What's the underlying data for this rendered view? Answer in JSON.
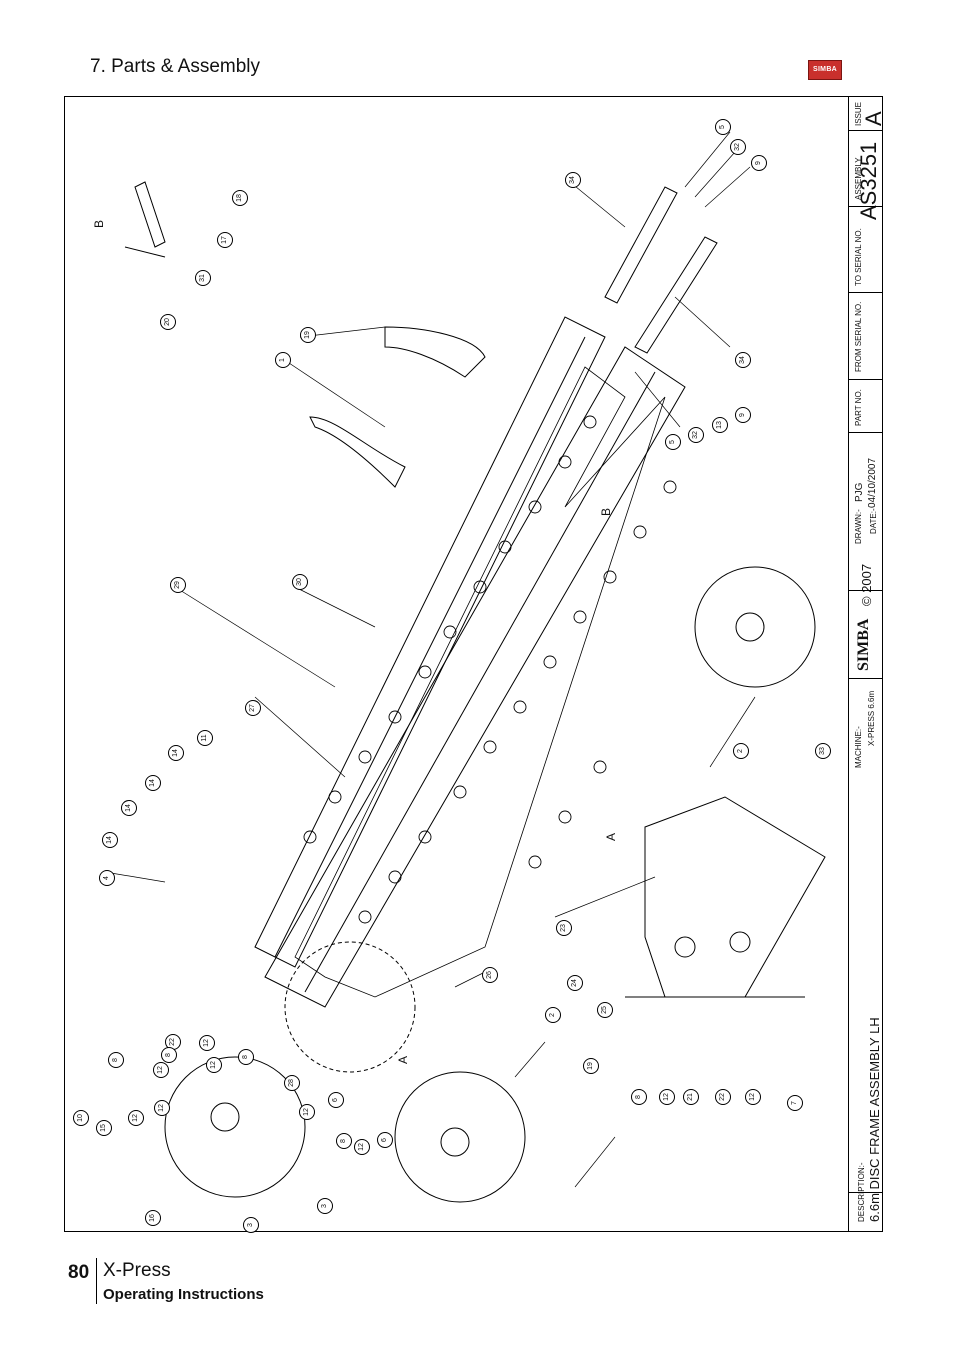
{
  "header": {
    "section_title": "7. Parts & Assembly",
    "logo_text": "SIMBA"
  },
  "drawing": {
    "view_labels": [
      "B",
      "B",
      "A",
      "A"
    ],
    "callouts": {
      "top_right": [
        "5",
        "32",
        "9",
        "34",
        "34",
        "9",
        "13",
        "32",
        "5"
      ],
      "view_b": [
        "18",
        "17",
        "31",
        "20"
      ],
      "upper_mid": [
        "19",
        "1"
      ],
      "left_side": [
        "29",
        "30",
        "27",
        "11",
        "14",
        "14",
        "14",
        "14",
        "4"
      ],
      "right_side": [
        "2",
        "33",
        "23",
        "26",
        "24",
        "25",
        "2",
        "19"
      ],
      "bottom_left": [
        "8",
        "12",
        "22",
        "12",
        "8",
        "12",
        "28",
        "12",
        "6",
        "8",
        "12",
        "12",
        "10",
        "15",
        "16",
        "3",
        "3",
        "8",
        "12",
        "6"
      ],
      "bottom_right": [
        "8",
        "12",
        "21",
        "22",
        "12",
        "7"
      ]
    }
  },
  "title_block": {
    "description_label": "DESCRIPTION:-",
    "description": "6.6m DISC FRAME ASSEMBLY LH",
    "machine_label": "MACHINE:-",
    "machine": "X-PRESS 6.6m",
    "brand": "SIMBA",
    "copyright": "© 2007",
    "drawn_label": "DRAWN:-",
    "drawn": "PJG",
    "date_label": "DATE:-",
    "date": "04/10/2007",
    "part_no_label": "PART NO.",
    "from_serial_label": "FROM SERIAL NO.",
    "to_serial_label": "TO SERIAL NO.",
    "assembly_label": "ASSEMBLY",
    "assembly": "AS3251",
    "issue_label": "ISSUE",
    "issue": "A"
  },
  "footer": {
    "page_number": "80",
    "product": "X-Press",
    "subtitle": "Operating Instructions"
  },
  "colors": {
    "logo_red": "#c9302c",
    "line": "#000000"
  }
}
